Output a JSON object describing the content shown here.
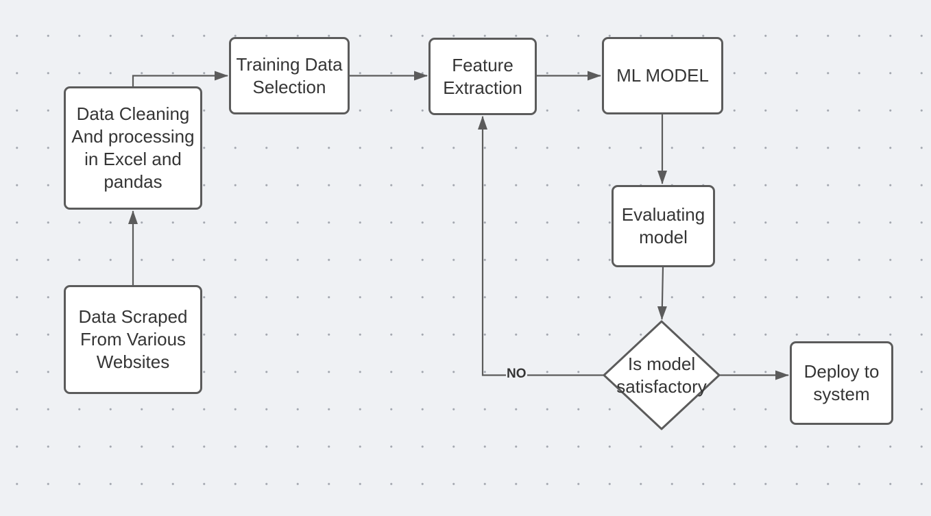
{
  "canvas": {
    "background_color": "#eff1f4",
    "grid_dot_color": "#a3a7af",
    "shape_fill": "#ffffff",
    "shape_border_color": "#5b5b5b",
    "connector_color": "#5b5b5b",
    "text_color": "#353535"
  },
  "diagram": {
    "type": "flowchart",
    "nodes": [
      {
        "id": "data-scraped",
        "shape": "rounded-rectangle",
        "label": "Data Scraped\nFrom Various\nWebsites"
      },
      {
        "id": "data-cleaning",
        "shape": "rounded-rectangle",
        "label": "Data Cleaning\nAnd processing\nin Excel and\npandas"
      },
      {
        "id": "training-selection",
        "shape": "rounded-rectangle",
        "label": "Training Data\nSelection"
      },
      {
        "id": "feature-extraction",
        "shape": "rounded-rectangle",
        "label": "Feature\nExtraction"
      },
      {
        "id": "ml-model",
        "shape": "rounded-rectangle",
        "label": "ML MODEL"
      },
      {
        "id": "evaluating-model",
        "shape": "rounded-rectangle",
        "label": "Evaluating\nmodel"
      },
      {
        "id": "is-model-satisfactory",
        "shape": "decision-diamond",
        "label": "Is model\nsatisfactory"
      },
      {
        "id": "deploy-system",
        "shape": "rounded-rectangle",
        "label": "Deploy to\nsystem"
      }
    ],
    "edges": [
      {
        "from": "data-scraped",
        "to": "data-cleaning"
      },
      {
        "from": "data-cleaning",
        "to": "training-selection"
      },
      {
        "from": "training-selection",
        "to": "feature-extraction"
      },
      {
        "from": "feature-extraction",
        "to": "ml-model"
      },
      {
        "from": "ml-model",
        "to": "evaluating-model"
      },
      {
        "from": "evaluating-model",
        "to": "is-model-satisfactory"
      },
      {
        "from": "is-model-satisfactory",
        "to": "deploy-system"
      },
      {
        "from": "is-model-satisfactory",
        "to": "feature-extraction",
        "label": "NO"
      }
    ]
  }
}
